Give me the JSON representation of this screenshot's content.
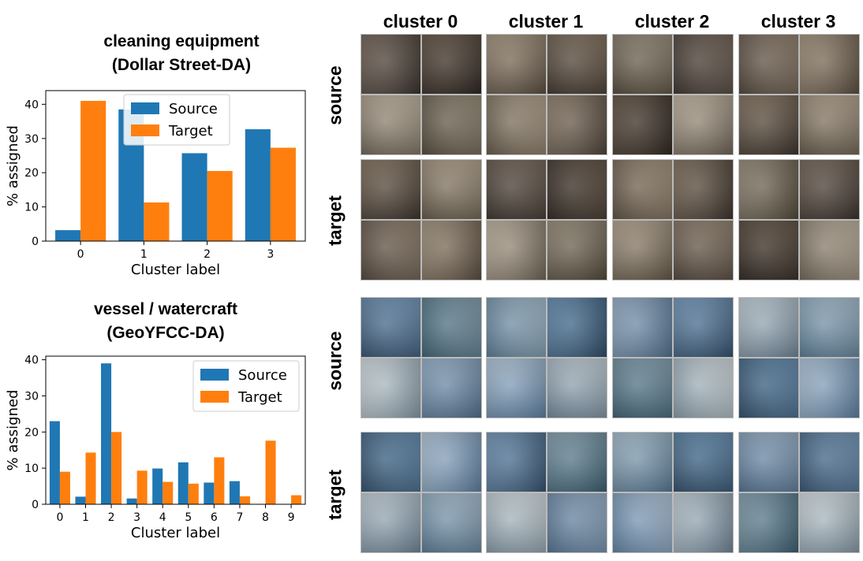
{
  "charts": [
    {
      "title_line1": "cleaning equipment",
      "title_line2": "(Dollar Street-DA)",
      "ylabel": "% assigned",
      "xlabel": "Cluster label",
      "legend": [
        "Source",
        "Target"
      ]
    },
    {
      "title_line1": "vessel / watercraft",
      "title_line2": "(GeoYFCC-DA)",
      "ylabel": "% assigned",
      "xlabel": "Cluster label",
      "legend": [
        "Source",
        "Target"
      ]
    }
  ],
  "chart_data": [
    {
      "type": "bar",
      "title": "cleaning equipment (Dollar Street-DA)",
      "xlabel": "Cluster label",
      "ylabel": "% assigned",
      "categories": [
        "0",
        "1",
        "2",
        "3"
      ],
      "ylim": [
        0,
        44
      ],
      "yticks": [
        0,
        10,
        20,
        30,
        40
      ],
      "legend_position": "top-center",
      "colors": {
        "Source": "#1f77b4",
        "Target": "#ff7f0e"
      },
      "series": [
        {
          "name": "Source",
          "values": [
            3.2,
            38.5,
            25.7,
            32.7
          ]
        },
        {
          "name": "Target",
          "values": [
            41.0,
            11.3,
            20.5,
            27.3
          ]
        }
      ]
    },
    {
      "type": "bar",
      "title": "vessel / watercraft (GeoYFCC-DA)",
      "xlabel": "Cluster label",
      "ylabel": "% assigned",
      "categories": [
        "0",
        "1",
        "2",
        "3",
        "4",
        "5",
        "6",
        "7",
        "8",
        "9"
      ],
      "ylim": [
        0,
        41
      ],
      "yticks": [
        0,
        10,
        20,
        30,
        40
      ],
      "legend_position": "top-right",
      "colors": {
        "Source": "#1f77b4",
        "Target": "#ff7f0e"
      },
      "series": [
        {
          "name": "Source",
          "values": [
            23.0,
            2.1,
            39.0,
            1.6,
            9.9,
            11.6,
            6.0,
            6.4,
            0,
            0
          ]
        },
        {
          "name": "Target",
          "values": [
            9.0,
            14.3,
            20.0,
            9.3,
            6.2,
            5.7,
            13.0,
            2.2,
            17.6,
            2.5
          ]
        }
      ]
    }
  ],
  "grid": {
    "columns": [
      "cluster 0",
      "cluster 1",
      "cluster 2",
      "cluster 3"
    ],
    "row_labels": [
      "source",
      "target",
      "source",
      "target"
    ]
  }
}
